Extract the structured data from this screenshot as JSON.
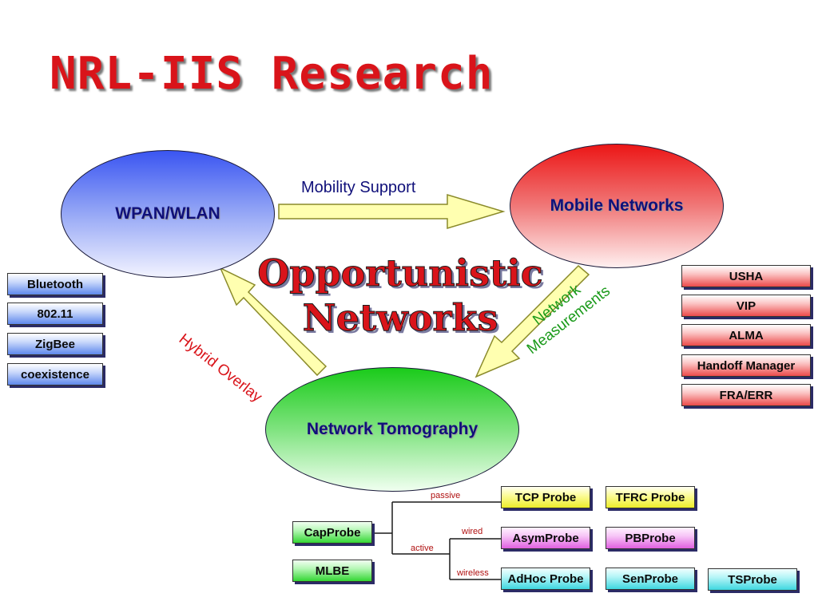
{
  "title": "NRL-IIS Research",
  "nodes": {
    "wpan": "WPAN/WLAN",
    "mobile": "Mobile Networks",
    "tomography": "Network Tomography"
  },
  "overlay": {
    "line1": "Opportunistic",
    "line2": "Networks"
  },
  "arrows": {
    "mobility": "Mobility Support",
    "hybrid": "Hybrid Overlay",
    "measurements_1": "Network",
    "measurements_2": "Measurements"
  },
  "left_list": [
    "Bluetooth",
    "802.11",
    "ZigBee",
    "coexistence"
  ],
  "right_list": [
    "USHA",
    "VIP",
    "ALMA",
    "Handoff Manager",
    "FRA/ERR"
  ],
  "probes": {
    "capprobe": "CapProbe",
    "mlbe": "MLBE",
    "branch_passive": "passive",
    "branch_active": "active",
    "branch_wired": "wired",
    "branch_wireless": "wireless",
    "tcp": "TCP Probe",
    "tfrc": "TFRC Probe",
    "asym": "AsymProbe",
    "pb": "PBProbe",
    "adhoc": "AdHoc Probe",
    "sen": "SenProbe",
    "ts": "TSProbe"
  },
  "colors": {
    "title": "#d9141a",
    "wpan": "#3a55f2",
    "mobile": "#ec1616",
    "tomography": "#1acb1a",
    "arrow_fill": "#ffffb0"
  }
}
